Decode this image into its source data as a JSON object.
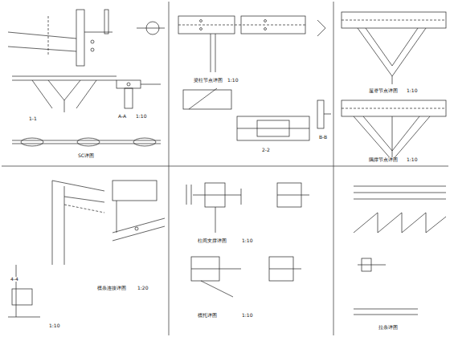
{
  "diagram": {
    "labels": [
      "1-1",
      "A-A",
      "1:10",
      "SC详图",
      "2-2",
      "B-B",
      "梁柱节点详图",
      "1:10",
      "屋脊节点详图",
      "1:10",
      "隅撑节点详图",
      "1:10",
      "檩条连接详图",
      "1:20",
      "4-4",
      "1:10",
      "柱间支撑详图",
      "1:10",
      "檩托详图",
      "1:10",
      "拉条详图"
    ]
  }
}
